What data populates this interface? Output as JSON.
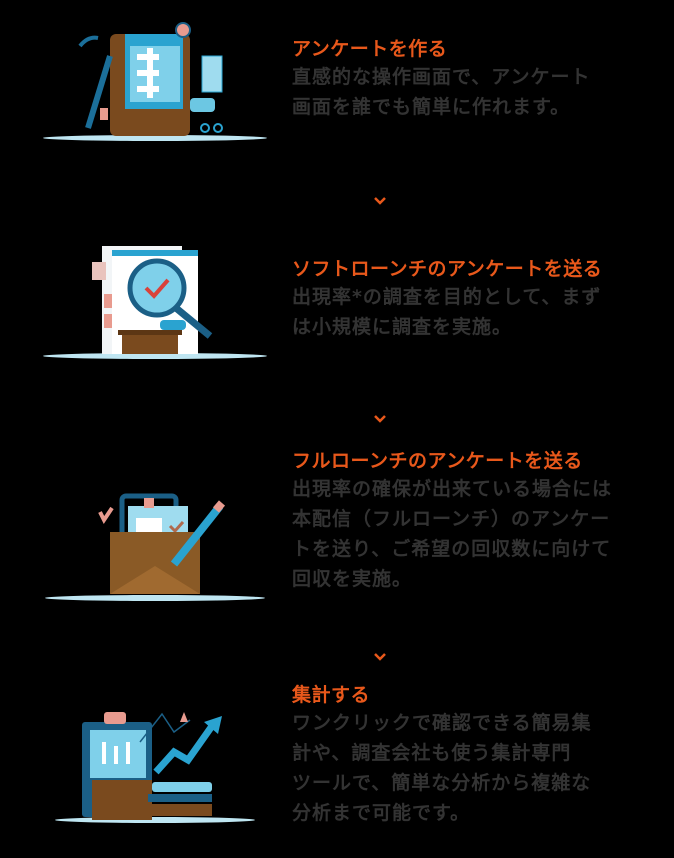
{
  "colors": {
    "background": "#000000",
    "accent": "#e8581b",
    "body_text": "#333333",
    "illustration_blue": "#2aa3d0",
    "illustration_navy": "#1b5f86",
    "illustration_brown": "#7a4a1e",
    "illustration_pink": "#e89b8f"
  },
  "steps": [
    {
      "icon": "survey-create-illustration",
      "title": "アンケートを作る",
      "lines": [
        "直感的な操作画面で、アンケート",
        "画面を誰でも簡単に作れます。"
      ]
    },
    {
      "icon": "soft-launch-magnifier-illustration",
      "title": "ソフトローンチのアンケートを送る",
      "lines": [
        "出現率*の調査を目的として、まず",
        "は小規模に調査を実施。"
      ]
    },
    {
      "icon": "full-launch-envelope-illustration",
      "title": "フルローンチのアンケートを送る",
      "lines": [
        "出現率の確保が出来ている場合には",
        "本配信（フルローンチ）のアンケー",
        "トを送り、ご希望の回収数に向けて",
        "回収を実施。"
      ]
    },
    {
      "icon": "aggregate-chart-illustration",
      "title": "集計する",
      "lines": [
        "ワンクリックで確認できる簡易集",
        "計や、調査会社も使う集計専門",
        "ツールで、簡単な分析から複雑な",
        "分析まで可能です。"
      ]
    }
  ],
  "connectors": [
    {
      "icon": "chevron-down-icon"
    },
    {
      "icon": "chevron-down-icon"
    },
    {
      "icon": "chevron-down-icon"
    }
  ]
}
